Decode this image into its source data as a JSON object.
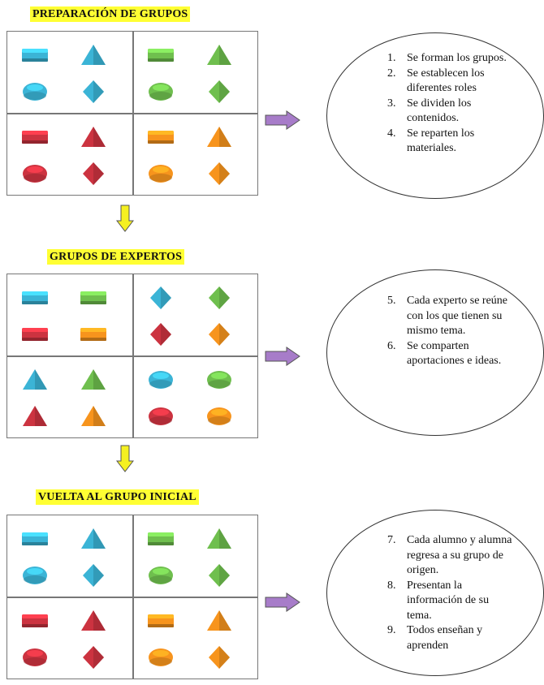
{
  "colors": {
    "blue": "#3bb4d6",
    "green": "#6fbf4e",
    "red": "#cc3340",
    "orange": "#f7941d",
    "purple": "#a77cc9",
    "yellow": "#f5f020",
    "highlight": "#ffff33"
  },
  "sections": [
    {
      "title": "PREPARACIÓN DE GRUPOS",
      "steps": [
        {
          "num": "1.",
          "text": "Se forman los grupos."
        },
        {
          "num": "2.",
          "text": "Se establecen los diferentes roles"
        },
        {
          "num": "3.",
          "text": "Se dividen los contenidos."
        },
        {
          "num": "4.",
          "text": "Se reparten los materiales."
        }
      ],
      "quadrants": [
        {
          "shapes": [
            [
              "rect",
              "blue"
            ],
            [
              "triangle",
              "blue"
            ],
            [
              "ellipse",
              "blue"
            ],
            [
              "diamond",
              "blue"
            ]
          ]
        },
        {
          "shapes": [
            [
              "rect",
              "green"
            ],
            [
              "triangle",
              "green"
            ],
            [
              "ellipse",
              "green"
            ],
            [
              "diamond",
              "green"
            ]
          ]
        },
        {
          "shapes": [
            [
              "rect",
              "red"
            ],
            [
              "triangle",
              "red"
            ],
            [
              "ellipse",
              "red"
            ],
            [
              "diamond",
              "red"
            ]
          ]
        },
        {
          "shapes": [
            [
              "rect",
              "orange"
            ],
            [
              "triangle",
              "orange"
            ],
            [
              "ellipse",
              "orange"
            ],
            [
              "diamond",
              "orange"
            ]
          ]
        }
      ]
    },
    {
      "title": "GRUPOS DE EXPERTOS",
      "steps": [
        {
          "num": "5.",
          "text": "Cada experto se reúne con los que tienen su mismo tema."
        },
        {
          "num": "6.",
          "text": "Se comparten aportaciones e ideas."
        }
      ],
      "quadrants": [
        {
          "shapes": [
            [
              "rect",
              "blue"
            ],
            [
              "rect",
              "green"
            ],
            [
              "rect",
              "red"
            ],
            [
              "rect",
              "orange"
            ]
          ]
        },
        {
          "shapes": [
            [
              "diamond",
              "blue"
            ],
            [
              "diamond",
              "green"
            ],
            [
              "diamond",
              "red"
            ],
            [
              "diamond",
              "orange"
            ]
          ]
        },
        {
          "shapes": [
            [
              "triangle",
              "blue"
            ],
            [
              "triangle",
              "green"
            ],
            [
              "triangle",
              "red"
            ],
            [
              "triangle",
              "orange"
            ]
          ]
        },
        {
          "shapes": [
            [
              "ellipse",
              "blue"
            ],
            [
              "ellipse",
              "green"
            ],
            [
              "ellipse",
              "red"
            ],
            [
              "ellipse",
              "orange"
            ]
          ]
        }
      ]
    },
    {
      "title": "VUELTA AL GRUPO INICIAL",
      "steps": [
        {
          "num": "7.",
          "text": "Cada alumno y alumna regresa a su grupo de origen."
        },
        {
          "num": "8.",
          "text": "Presentan la información de su tema."
        },
        {
          "num": "9.",
          "text": "Todos enseñan y aprenden"
        }
      ],
      "quadrants": [
        {
          "shapes": [
            [
              "rect",
              "blue"
            ],
            [
              "triangle",
              "blue"
            ],
            [
              "ellipse",
              "blue"
            ],
            [
              "diamond",
              "blue"
            ]
          ]
        },
        {
          "shapes": [
            [
              "rect",
              "green"
            ],
            [
              "triangle",
              "green"
            ],
            [
              "ellipse",
              "green"
            ],
            [
              "diamond",
              "green"
            ]
          ]
        },
        {
          "shapes": [
            [
              "rect",
              "red"
            ],
            [
              "triangle",
              "red"
            ],
            [
              "ellipse",
              "red"
            ],
            [
              "diamond",
              "red"
            ]
          ]
        },
        {
          "shapes": [
            [
              "rect",
              "orange"
            ],
            [
              "triangle",
              "orange"
            ],
            [
              "ellipse",
              "orange"
            ],
            [
              "diamond",
              "orange"
            ]
          ]
        }
      ]
    }
  ]
}
